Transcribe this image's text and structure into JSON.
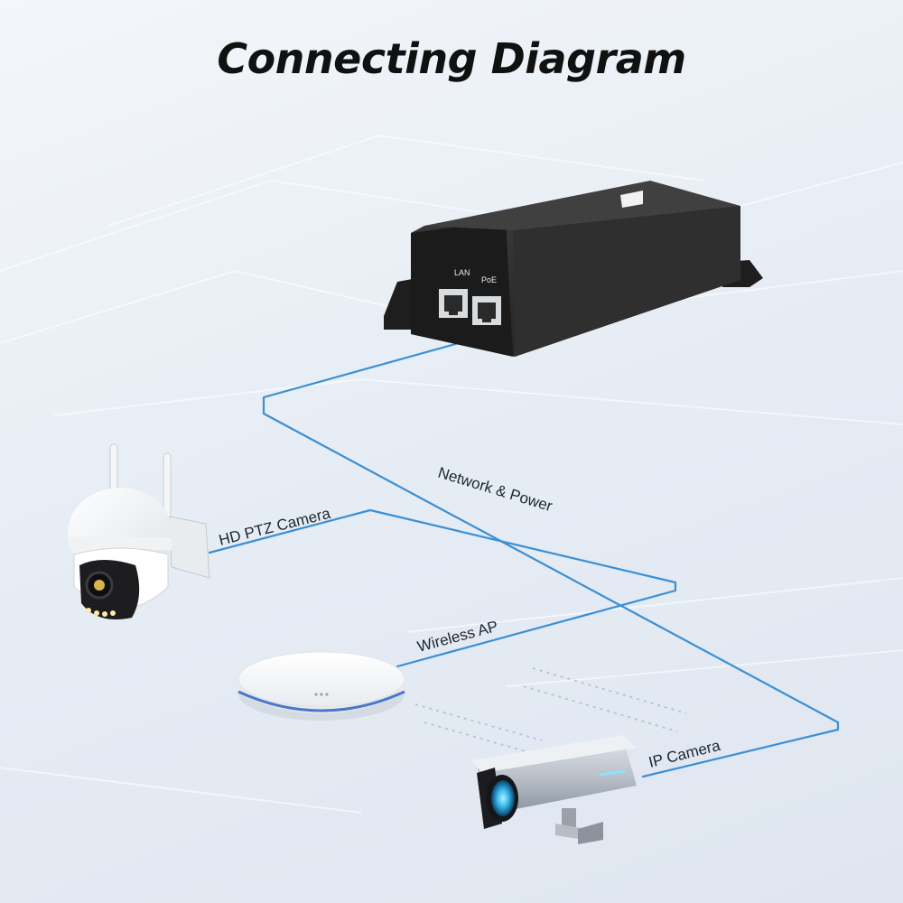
{
  "title": "Connecting Diagram",
  "injector": {
    "port_lan": "LAN",
    "port_poe": "PoE"
  },
  "labels": {
    "network_power": "Network & Power",
    "hd_ptz_camera": "HD PTZ Camera",
    "wireless_ap": "Wireless AP",
    "ip_camera": "IP Camera"
  },
  "colors": {
    "cable": "#3b8fd4",
    "injector_body": "#2b2b2b",
    "ap_ring": "#4a78c8"
  },
  "icons": [
    "poe-injector-icon",
    "ptz-camera-icon",
    "wireless-ap-icon",
    "ip-camera-icon"
  ]
}
